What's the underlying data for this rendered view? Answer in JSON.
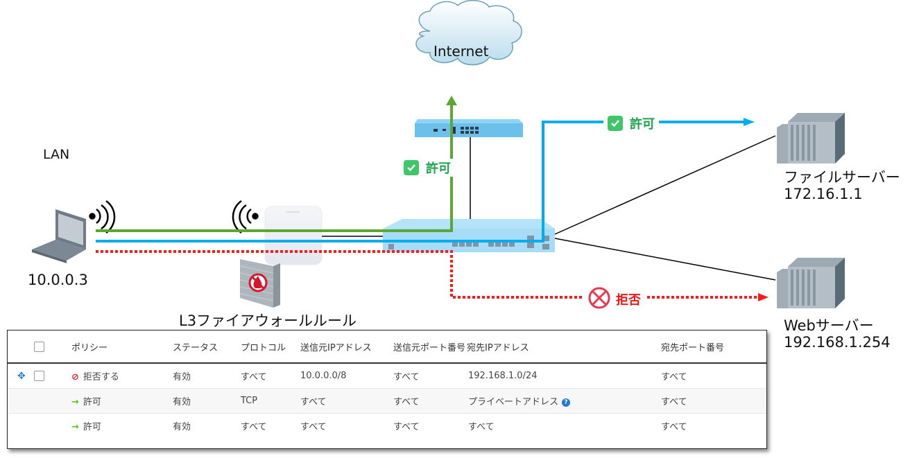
{
  "diagram": {
    "internet_label": "Internet",
    "lan_label": "LAN",
    "client_ip": "10.0.0.3",
    "firewall_caption": "L3ファイアウォールルール",
    "file_server": {
      "name": "ファイルサーバー",
      "ip": "172.16.1.1"
    },
    "web_server": {
      "name": "Webサーバー",
      "ip": "192.168.1.254"
    },
    "flows": [
      {
        "path": "client-to-internet",
        "result": "許可",
        "color": "#5aa832"
      },
      {
        "path": "client-to-file-server",
        "result": "許可",
        "color": "#00aeef"
      },
      {
        "path": "client-to-web-server",
        "result": "拒否",
        "color": "#ff1a1a"
      }
    ],
    "allow_label": "許可",
    "deny_label": "拒否"
  },
  "rules_table": {
    "columns": [
      "",
      "",
      "ポリシー",
      "ステータス",
      "プロトコル",
      "送信元IPアドレス",
      "送信元ポート番号",
      "宛先IPアドレス",
      "宛先ポート番号"
    ],
    "rows": [
      {
        "draggable": true,
        "checkbox": true,
        "policy_icon": "deny",
        "policy": "拒否する",
        "status": "有効",
        "protocol": "すべて",
        "src_ip": "10.0.0.0/8",
        "src_port": "すべて",
        "dst_ip": "192.168.1.0/24",
        "dst_help": false,
        "dst_port": "すべて"
      },
      {
        "draggable": false,
        "checkbox": false,
        "policy_icon": "allow",
        "policy": "許可",
        "status": "有効",
        "protocol": "TCP",
        "src_ip": "すべて",
        "src_port": "すべて",
        "dst_ip": "プライベートアドレス",
        "dst_help": true,
        "dst_port": "すべて"
      },
      {
        "draggable": false,
        "checkbox": false,
        "policy_icon": "allow",
        "policy": "許可",
        "status": "有効",
        "protocol": "すべて",
        "src_ip": "すべて",
        "src_port": "すべて",
        "dst_ip": "すべて",
        "dst_help": false,
        "dst_port": "すべて"
      }
    ],
    "icons": {
      "drag": "move-arrows-icon",
      "deny": "prohibit-icon",
      "allow": "arrow-right-icon",
      "help": "question-circle-icon"
    }
  }
}
